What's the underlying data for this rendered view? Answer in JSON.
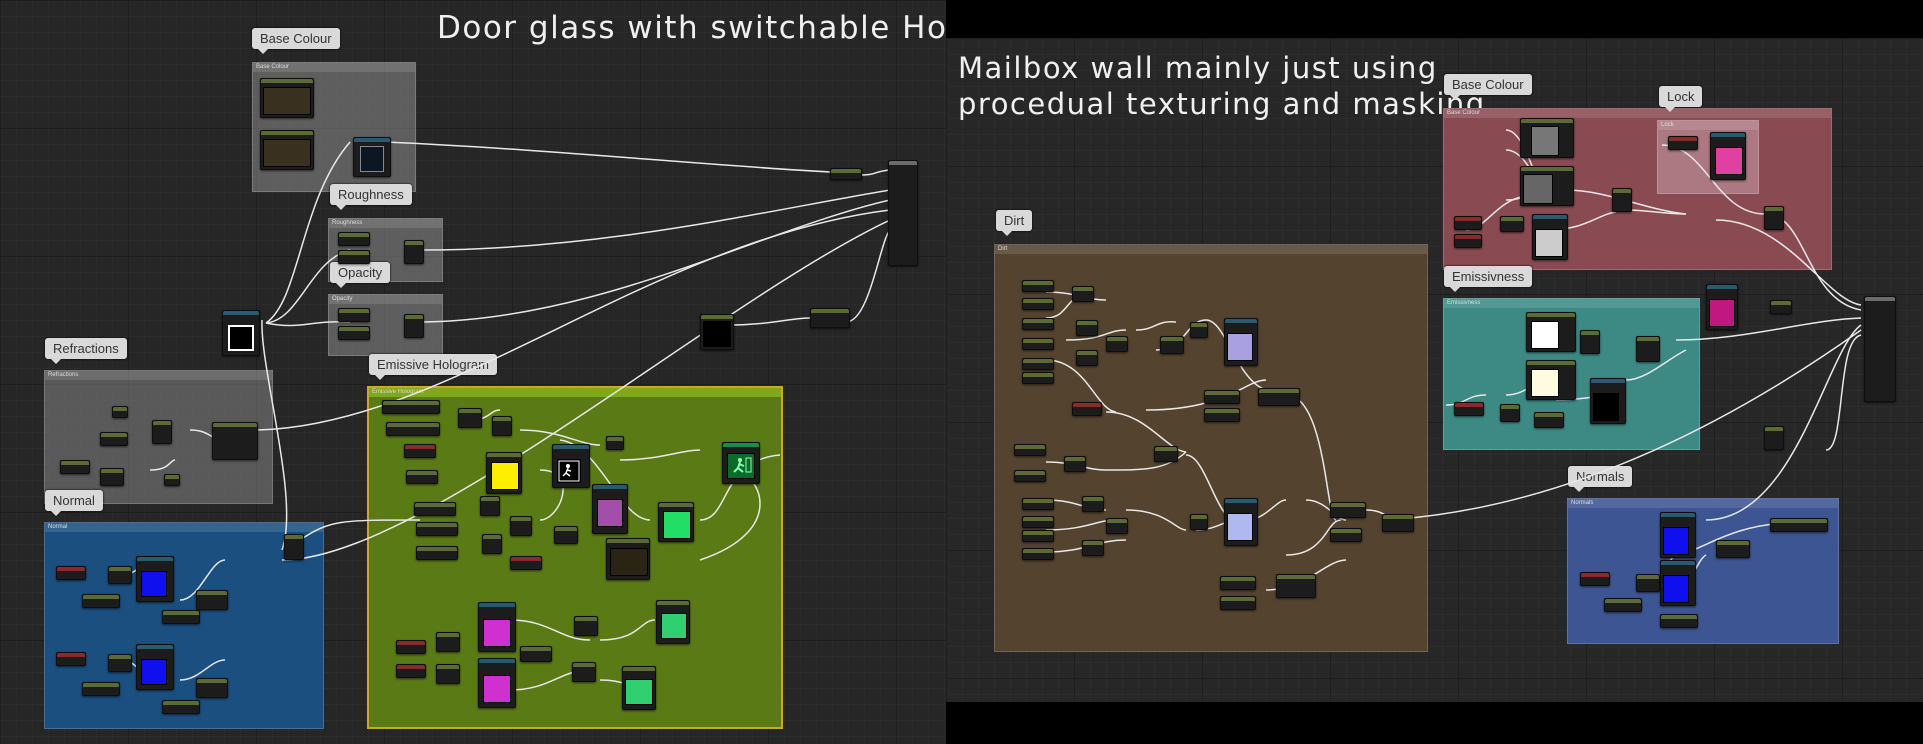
{
  "left": {
    "title": "Door glass with switchable Hologram",
    "comments": [
      {
        "bubble": "Base Colour",
        "header": "Base Colour"
      },
      {
        "bubble": "Roughness",
        "header": "Roughness"
      },
      {
        "bubble": "Opacity",
        "header": "Opacity"
      },
      {
        "bubble": "Refractions",
        "header": "Refractions"
      },
      {
        "bubble": "Normal",
        "header": "Normal"
      },
      {
        "bubble": "Emissive Hologram",
        "header": "Emissive Hologram"
      }
    ]
  },
  "right": {
    "title": "Mailbox wall mainly just using\nprocedual texturing and masking.",
    "comments": [
      {
        "bubble": "Base Colour",
        "header": "Base Colour"
      },
      {
        "bubble": "Lock",
        "header": "Lock"
      },
      {
        "bubble": "Dirt",
        "header": "Dirt"
      },
      {
        "bubble": "Emissivness",
        "header": "Emissivness"
      },
      {
        "bubble": "Normals",
        "header": "Normals"
      }
    ]
  },
  "colors": {
    "base_colour_comment": "#7a7a7a",
    "normal_comment": "#1a4f80",
    "emissive_comment": "#5a7a16",
    "dirt_comment": "#54432f",
    "mailbox_base_comment": "#8a4a52",
    "emissiveness_comment": "#3d8a85",
    "normals_comment": "#3d5592"
  },
  "icons": [
    "exit-sign-icon"
  ]
}
